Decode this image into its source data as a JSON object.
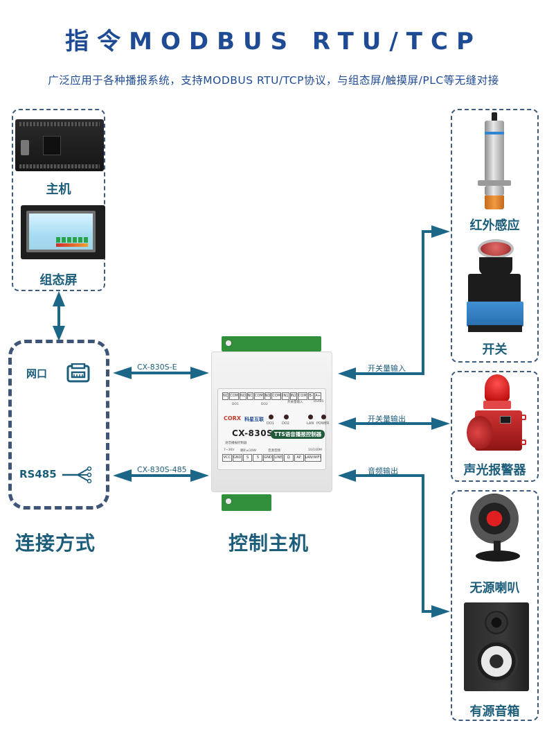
{
  "header": {
    "title": "指令MODBUS RTU/TCP",
    "subtitle": "广泛应用于各种播报系统，支持MODBUS RTU/TCP协议，与组态屏/触摸屏/PLC等无缝对接"
  },
  "left_panel": {
    "items": [
      {
        "label": "主机",
        "icon": "plc-image"
      },
      {
        "label": "组态屏",
        "icon": "hmi-touchscreen-image"
      }
    ]
  },
  "connection_panel": {
    "items": [
      {
        "label": "网口",
        "icon": "ethernet-port-icon"
      },
      {
        "label": "RS485",
        "icon": "bus-branch-icon"
      }
    ],
    "caption": "连接方式"
  },
  "links": {
    "ethernet": "CX-830S-E",
    "rs485": "CX-830S-485",
    "switch_input": "开关量输入",
    "switch_output": "开关量输出",
    "audio_output": "音频输出"
  },
  "controller": {
    "caption": "控制主机",
    "brand": "CORX",
    "brand_cn": "科星互联",
    "model": "CX-830S",
    "tag": "TTS语音播报控制器",
    "note": "语音播报控制器",
    "top_terminals": [
      "NC",
      "COM",
      "NO",
      "NC",
      "COM",
      "NO",
      "COM",
      "IN1",
      "IN2",
      "COM",
      "B-",
      "A+"
    ],
    "top_groups": [
      "DO1",
      "DO2",
      "开关量输入",
      "RS485"
    ],
    "leds": [
      "DO1",
      "DO2",
      "LAN",
      "POWER"
    ],
    "bottom_groups": [
      "7~36V",
      "喇叭≤30W",
      "音源音频",
      "10/100M"
    ],
    "bottom_terminals": [
      "VCC",
      "GND",
      "S",
      "S",
      "GND",
      "LINE",
      "Ω",
      "AP",
      "LAN/WIFI"
    ]
  },
  "right_panel": {
    "inputs": [
      {
        "label": "红外感应",
        "icon": "infrared-sensor-image"
      },
      {
        "label": "开关",
        "icon": "push-button-switch-image"
      }
    ],
    "outputs": [
      {
        "label": "声光报警器",
        "icon": "sound-light-alarm-image"
      }
    ],
    "audio": [
      {
        "label": "无源喇叭",
        "icon": "passive-horn-speaker-image"
      },
      {
        "label": "有源音箱",
        "icon": "active-speaker-image"
      }
    ]
  },
  "colors": {
    "title": "#1f4b94",
    "accent": "#1b5d7a",
    "dash_border": "#3d5b7e",
    "arrow": "#1c6788"
  }
}
